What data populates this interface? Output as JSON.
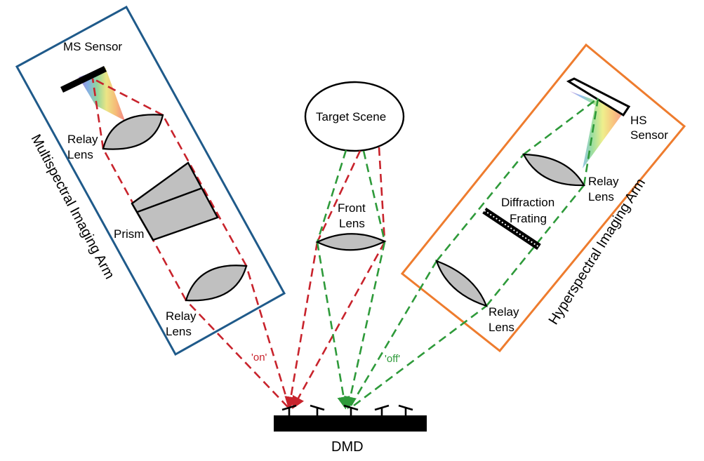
{
  "labels": {
    "ms_sensor": "MS Sensor",
    "target_scene": "Target Scene",
    "hs_sensor_line1": "HS",
    "hs_sensor_line2": "Sensor",
    "relay_lens_line1": "Relay",
    "relay_lens_line2": "Lens",
    "prism": "Prism",
    "front_lens_line1": "Front",
    "front_lens_line2": "Lens",
    "diffraction_line1": "Diffraction",
    "diffraction_line2": "Frating",
    "multispectral_arm": "Multispectral Imaging Arm",
    "hyperspectral_arm": "Hyperspectral Imaging Arm",
    "dmd": "DMD",
    "on": "'on'",
    "off": "'off'"
  },
  "colors": {
    "on_path": "#c8232c",
    "off_path": "#2e9a3a",
    "ms_arm_border": "#1f5a8a",
    "hs_arm_border": "#ee7c2e",
    "lens_fill": "#c0c0c0"
  }
}
